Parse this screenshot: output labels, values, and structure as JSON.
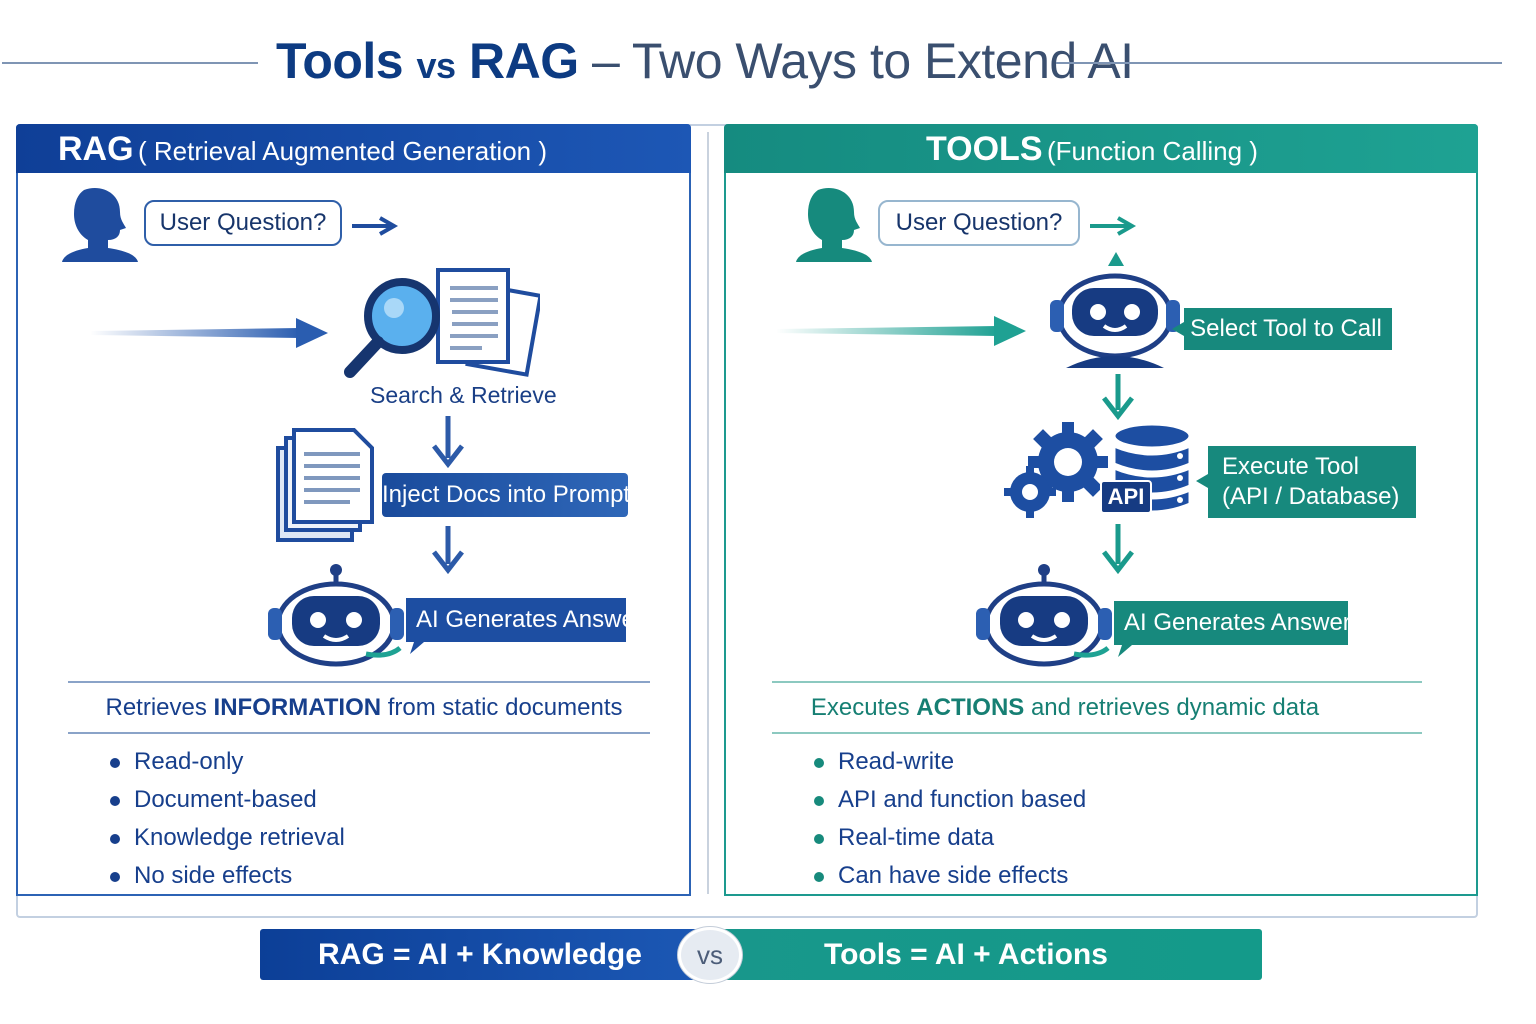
{
  "title": {
    "part1": "Tools",
    "vs": "vs",
    "part2": "RAG",
    "dash": "–",
    "rest": "Two Ways to Extend AI"
  },
  "rag": {
    "header_main": "RAG",
    "header_sub": "( Retrieval Augmented Generation )",
    "question": "User Question?",
    "search_caption": "Search & Retrieve",
    "inject_label": "Inject Docs into Prompt",
    "answer_label": "AI Generates Answer",
    "summary_prefix": "Retrieves ",
    "summary_bold": "INFORMATION",
    "summary_suffix": " from static documents",
    "bullets": [
      "Read-only",
      "Document-based",
      "Knowledge retrieval",
      "No side effects"
    ],
    "color": "#1a4b9c"
  },
  "tools": {
    "header_main": "TOOLS",
    "header_sub": "(Function Calling )",
    "question": "User Question?",
    "select_label": "Select Tool to Call",
    "execute_label_1": "Execute Tool",
    "execute_label_2": "(API / Database)",
    "api_badge": "API",
    "answer_label": "AI Generates Answer",
    "summary_prefix": "Executes ",
    "summary_bold": "ACTIONS",
    "summary_suffix": " and retrieves dynamic data",
    "bullets": [
      "Read-write",
      "API and function based",
      "Real-time data",
      "Can have side effects"
    ],
    "color": "#1a9a8c"
  },
  "footer": {
    "left": "RAG = AI + Knowledge",
    "vs": "vs",
    "right": "Tools = AI + Actions"
  },
  "icons": [
    "user-icon",
    "arrow-right-icon",
    "magnifier-documents-icon",
    "document-stack-icon",
    "arrow-down-icon",
    "robot-icon",
    "gear-icon",
    "database-icon"
  ]
}
